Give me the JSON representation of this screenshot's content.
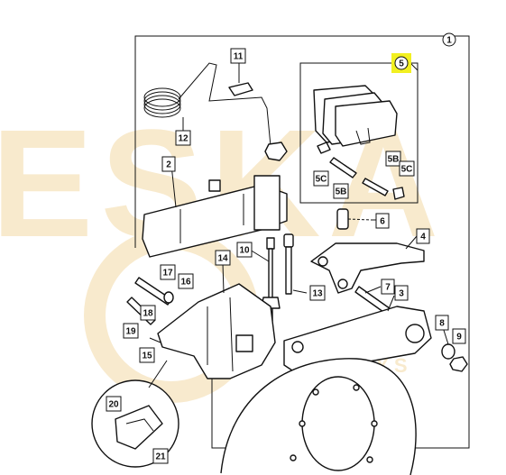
{
  "watermark": {
    "brand": "ESKA",
    "sub": "DALYS",
    "color": "#f3d9a6"
  },
  "callouts": [
    {
      "id": "1",
      "label": "1",
      "shape": "circle"
    },
    {
      "id": "5",
      "label": "5",
      "shape": "circle",
      "highlight": "#f2f021"
    },
    {
      "id": "11",
      "label": "11"
    },
    {
      "id": "12",
      "label": "12"
    },
    {
      "id": "2",
      "label": "2"
    },
    {
      "id": "5c-a",
      "label": "5C"
    },
    {
      "id": "5b-a",
      "label": "5B"
    },
    {
      "id": "5b-b",
      "label": "5B"
    },
    {
      "id": "5c-b",
      "label": "5C"
    },
    {
      "id": "6",
      "label": "6"
    },
    {
      "id": "4",
      "label": "4"
    },
    {
      "id": "10",
      "label": "10"
    },
    {
      "id": "14",
      "label": "14"
    },
    {
      "id": "17",
      "label": "17"
    },
    {
      "id": "16",
      "label": "16"
    },
    {
      "id": "13",
      "label": "13"
    },
    {
      "id": "7",
      "label": "7"
    },
    {
      "id": "3",
      "label": "3"
    },
    {
      "id": "18",
      "label": "18"
    },
    {
      "id": "19",
      "label": "19"
    },
    {
      "id": "15",
      "label": "15"
    },
    {
      "id": "8",
      "label": "8"
    },
    {
      "id": "9",
      "label": "9"
    },
    {
      "id": "20",
      "label": "20"
    },
    {
      "id": "21",
      "label": "21"
    }
  ]
}
